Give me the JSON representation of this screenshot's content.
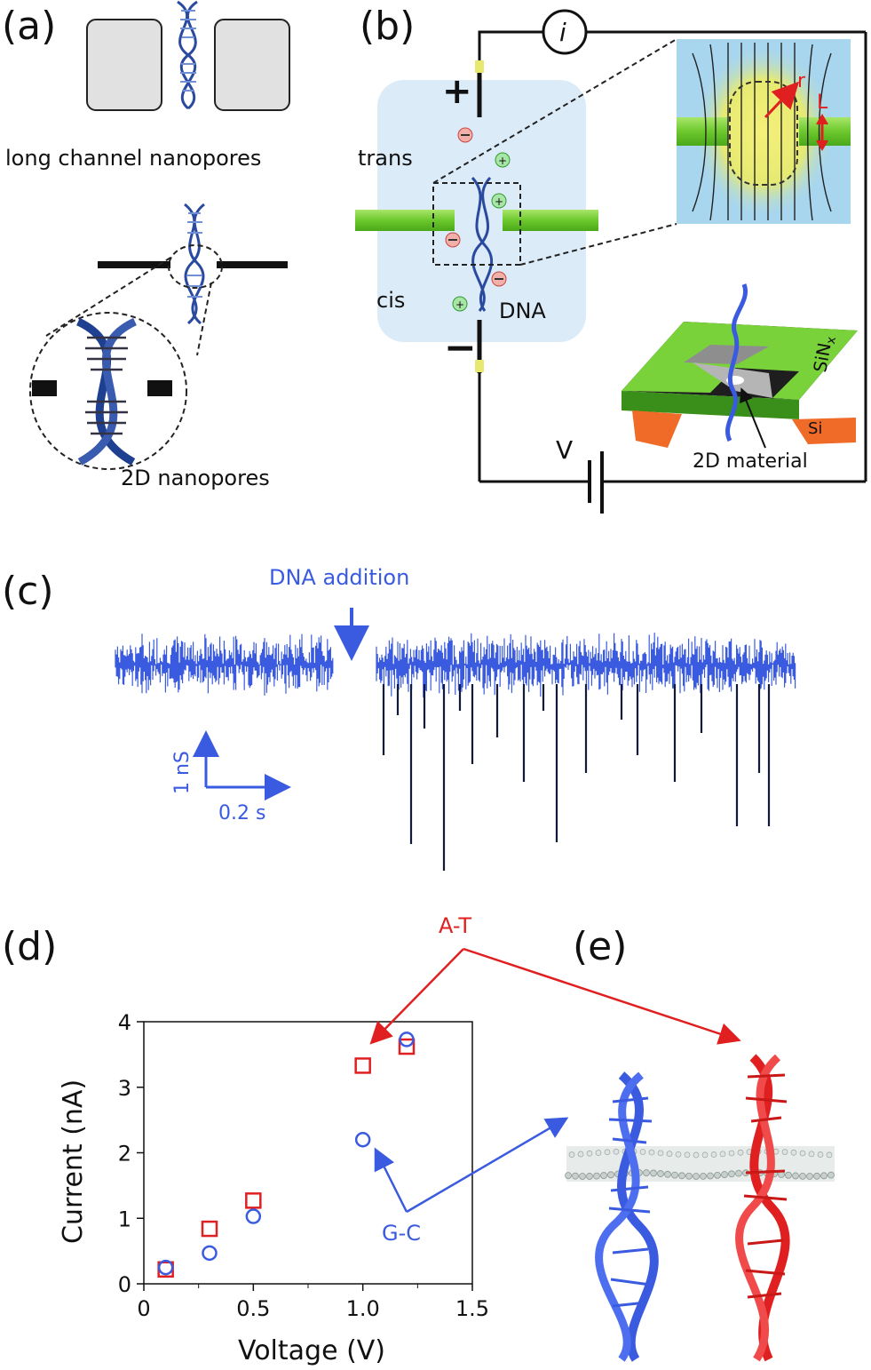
{
  "panels": {
    "a": "(a)",
    "b": "(b)",
    "c": "(c)",
    "d": "(d)",
    "e": "(e)"
  },
  "panel_a": {
    "long_channel_label": "long channel nanopores",
    "twod_label": "2D nanopores"
  },
  "panel_b": {
    "current_symbol": "i",
    "plus": "+",
    "minus": "−",
    "trans": "trans",
    "cis": "cis",
    "dna": "DNA",
    "r": "r",
    "L": "L",
    "sinx": "SiN",
    "sinx_sub": "x",
    "si": "Si",
    "voltage": "V",
    "material": "2D material"
  },
  "panel_c": {
    "addition_label": "DNA addition",
    "scale_y": "1 nS",
    "scale_x": "0.2 s"
  },
  "panel_e": {
    "at_label": "A-T",
    "gc_label": "G-C"
  },
  "colors": {
    "blue": "#3a5be0",
    "red": "#e02020",
    "green": "#7ad23a",
    "orange": "#f06a28",
    "water": "#d7e9f7"
  },
  "chart_data": {
    "type": "scatter",
    "xlabel": "Voltage (V)",
    "ylabel": "Current (nA)",
    "xlim": [
      0,
      1.5
    ],
    "ylim": [
      0,
      4
    ],
    "xticks": [
      "0",
      "0.5",
      "1.0",
      "1.5"
    ],
    "yticks": [
      "0",
      "1",
      "2",
      "3",
      "4"
    ],
    "series": [
      {
        "name": "A-T",
        "marker": "square",
        "color": "#e02020",
        "x": [
          0.1,
          0.3,
          0.5,
          1.0,
          1.2
        ],
        "y": [
          0.22,
          0.84,
          1.27,
          3.33,
          3.62
        ]
      },
      {
        "name": "G-C",
        "marker": "circle",
        "color": "#3a5be0",
        "x": [
          0.1,
          0.3,
          0.5,
          1.0,
          1.2
        ],
        "y": [
          0.25,
          0.47,
          1.03,
          2.2,
          3.73
        ]
      }
    ]
  }
}
